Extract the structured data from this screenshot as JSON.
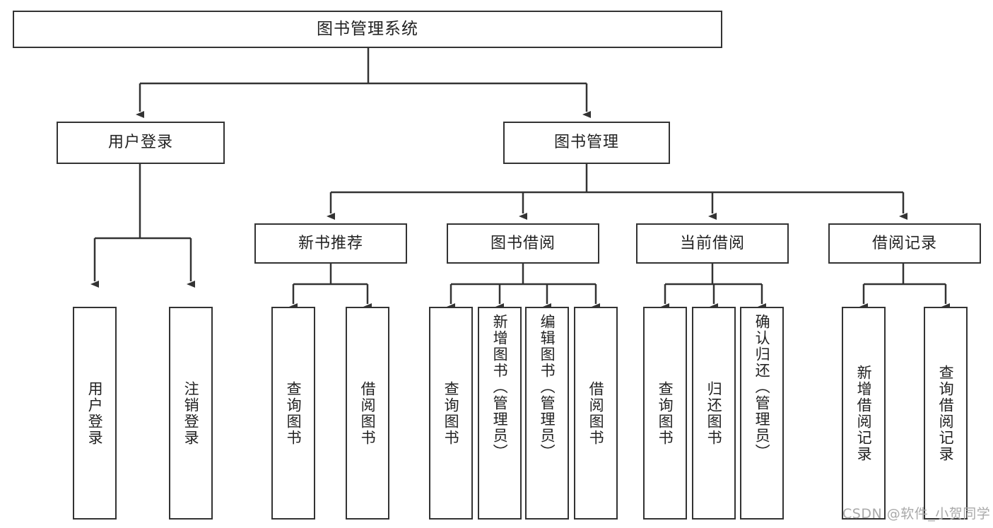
{
  "diagram": {
    "title": "图书管理系统",
    "type": "hierarchy-tree",
    "root": {
      "label": "图书管理系统"
    },
    "level2": [
      {
        "label": "用户登录"
      },
      {
        "label": "图书管理"
      }
    ],
    "level3": [
      {
        "label": "新书推荐"
      },
      {
        "label": "图书借阅"
      },
      {
        "label": "当前借阅"
      },
      {
        "label": "借阅记录"
      }
    ],
    "leaves": {
      "user_login": [
        {
          "label": "用户登录"
        },
        {
          "label": "注销登录"
        }
      ],
      "new_book_recommend": [
        {
          "label": "查询图书"
        },
        {
          "label": "借阅图书"
        }
      ],
      "book_borrow": [
        {
          "label": "查询图书"
        },
        {
          "label": "新增图书（管理员）"
        },
        {
          "label": "编辑图书（管理员）"
        },
        {
          "label": "借阅图书"
        }
      ],
      "current_borrow": [
        {
          "label": "查询图书"
        },
        {
          "label": "归还图书"
        },
        {
          "label": "确认归还（管理员）"
        }
      ],
      "borrow_record": [
        {
          "label": "新增借阅记录"
        },
        {
          "label": "查询借阅记录"
        }
      ]
    }
  },
  "watermark": {
    "text": "CSDN @软件_小贺同学"
  },
  "colors": {
    "stroke": "#333333",
    "background": "#ffffff",
    "text": "#222222",
    "watermark": "#a9a9a9"
  }
}
